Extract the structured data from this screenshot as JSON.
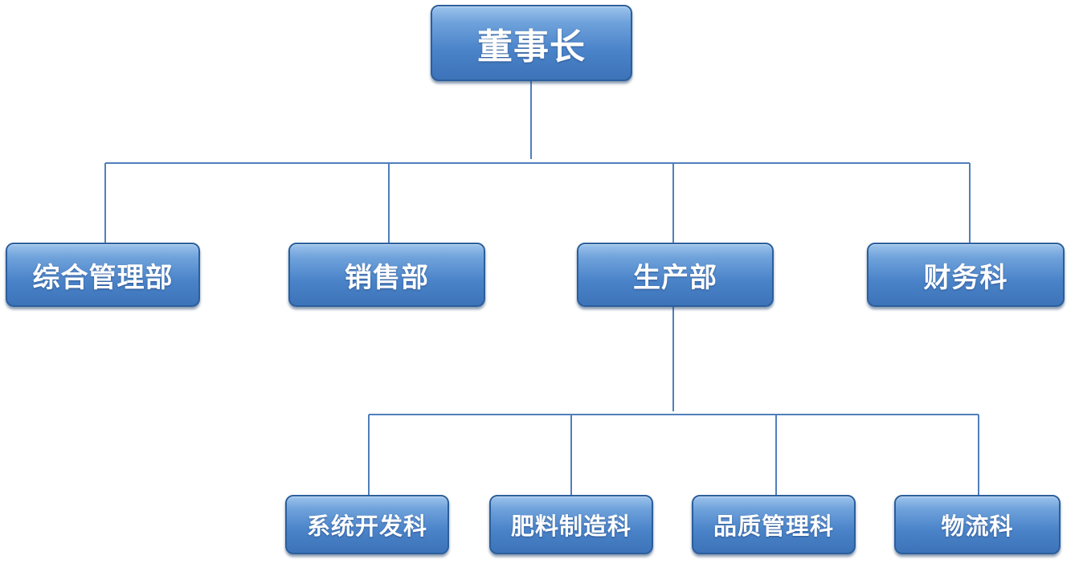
{
  "root": {
    "label": "董事长"
  },
  "departments": [
    {
      "id": "admin",
      "label": "综合管理部"
    },
    {
      "id": "sales",
      "label": "销售部"
    },
    {
      "id": "production",
      "label": "生产部"
    },
    {
      "id": "finance",
      "label": "财务科"
    }
  ],
  "production_sections": [
    {
      "id": "dev",
      "label": "系统开发科"
    },
    {
      "id": "fertilizer",
      "label": "肥料制造科"
    },
    {
      "id": "quality",
      "label": "品质管理科"
    },
    {
      "id": "logistics",
      "label": "物流科"
    }
  ],
  "colors": {
    "node_fill": "#4a83c9",
    "node_border": "#2b5f9c",
    "connector": "#4f7fbb",
    "text": "#ffffff"
  }
}
